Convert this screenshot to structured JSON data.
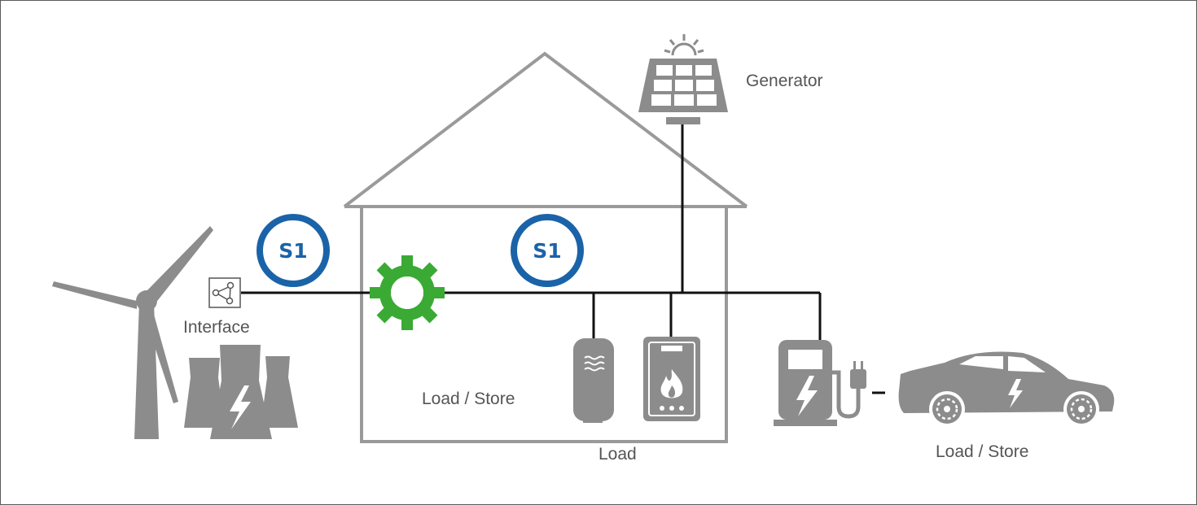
{
  "labels": {
    "generator": "Generator",
    "interface": "Interface",
    "load_store_inside": "Load / Store",
    "load": "Load",
    "load_store_car": "Load / Store"
  },
  "badges": [
    "S1",
    "S1"
  ],
  "colors": {
    "icon_gray": "#8c8c8c",
    "house_outline": "#9a9a9a",
    "bus_line": "#111111",
    "badge_ring": "#1b63a8",
    "gear_green": "#3aaa35"
  },
  "icons": [
    "wind-turbine-icon",
    "power-plant-icon",
    "interface-node-icon",
    "gear-controller-icon",
    "solar-panel-icon",
    "water-tank-icon",
    "gas-boiler-icon",
    "ev-charger-icon",
    "electric-car-icon"
  ]
}
